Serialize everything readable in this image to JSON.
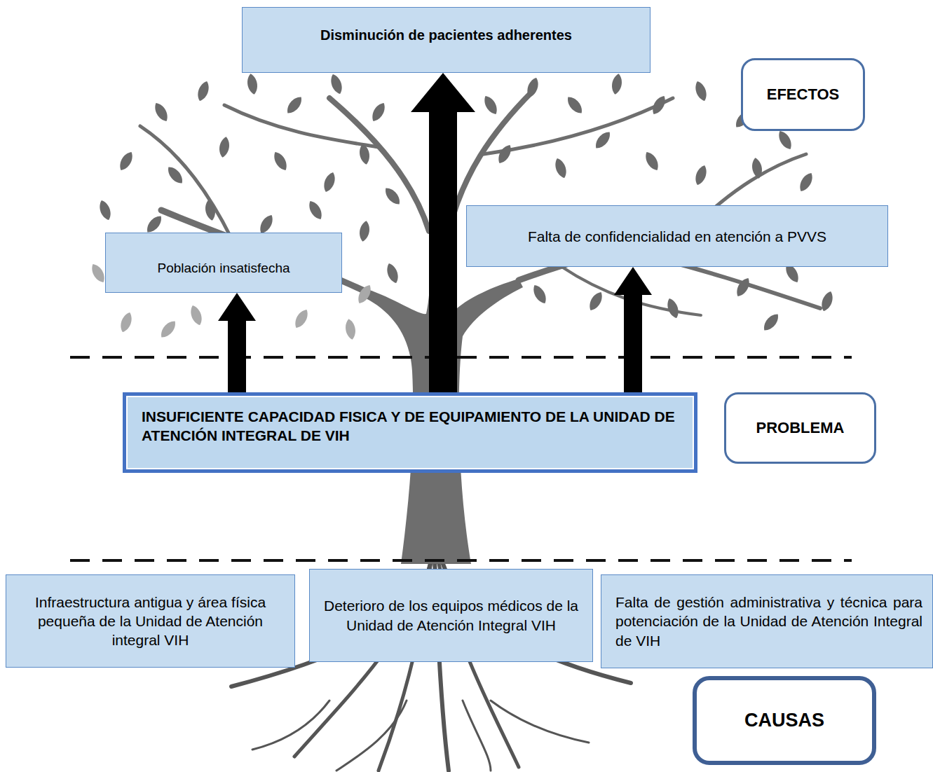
{
  "diagram": {
    "nodes": [
      {
        "text": [
          "Disminución de pacientes adherentes"
        ]
      },
      {
        "text": [
          "EFECTOS"
        ]
      },
      {
        "text": [
          "Falta de confidencialidad en atención a PVVS"
        ]
      },
      {
        "text": [
          "Población insatisfecha"
        ]
      },
      {
        "text": [
          "INSUFICIENTE CAPACIDAD FISICA Y DE EQUIPAMIENTO DE LA UNIDAD DE ATENCIÓN INTEGRAL DE VIH"
        ]
      },
      {
        "text": [
          "PROBLEMA"
        ]
      },
      {
        "text": [
          "Infraestructura antigua y área física pequeña de la Unidad de Atención integral VIH"
        ]
      },
      {
        "text": [
          "Deterioro de los equipos médicos de la Unidad de Atención Integral VIH"
        ]
      },
      {
        "text": [
          "Falta de gestión administrativa y técnica para potenciación de la Unidad de Atención Integral de VIH"
        ]
      },
      {
        "text": [
          "CAUSAS"
        ]
      }
    ],
    "edges": [
      {
        "from": 4,
        "to": 0,
        "arrow": "to"
      },
      {
        "from": 4,
        "to": 3,
        "arrow": "to"
      },
      {
        "from": 4,
        "to": 2,
        "arrow": "to"
      }
    ]
  }
}
